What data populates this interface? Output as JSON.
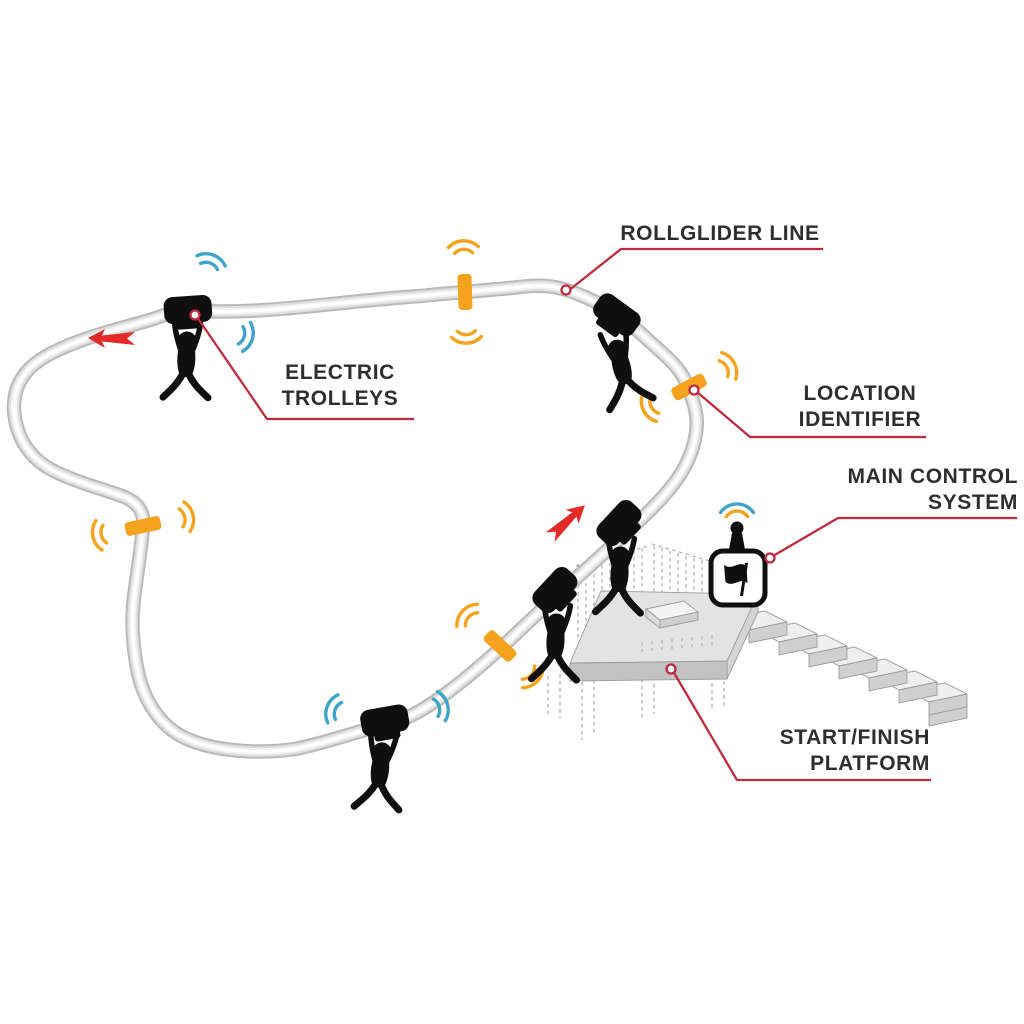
{
  "labels": {
    "rollglider_line": [
      "ROLLGLIDER LINE"
    ],
    "electric_trolleys": [
      "ELECTRIC",
      "TROLLEYS"
    ],
    "location_identifier": [
      "LOCATION",
      "IDENTIFIER"
    ],
    "main_control_system": [
      "MAIN CONTROL",
      "SYSTEM"
    ],
    "start_finish_platform": [
      "START/FINISH",
      "PLATFORM"
    ]
  },
  "colors": {
    "label_text": "#2e2e2e",
    "leader_line_red": "#bf2b3d",
    "arrow_red": "#e22a26",
    "identifier_orange": "#f5a21c",
    "signal_blue": "#3fa5c8",
    "line_gray": "#c0c0c0",
    "platform_gray": "#e3e3e3"
  },
  "icons": {
    "location_identifier_band": "orange-band-with-signal-arcs-icon",
    "electric_trolley": "black-trolley-on-line-icon",
    "rider": "hanging-person-silhouette-icon",
    "main_control_device": "remote-control-with-flag-and-antenna-icon",
    "direction_arrow": "red-direction-arrow-icon",
    "leader_marker": "small-red-circle-marker"
  },
  "counts": {
    "riders": 5,
    "location_identifiers": 4,
    "direction_arrows": 2,
    "stair_steps": 7
  }
}
